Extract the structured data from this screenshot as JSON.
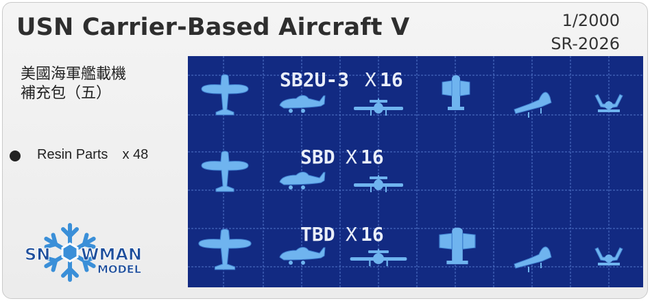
{
  "header": {
    "title": "USN Carrier-Based Aircraft V",
    "scale": "1/2000",
    "code": "SR-2026"
  },
  "chinese": {
    "line1": "美國海軍艦載機",
    "line2": "補充包（五）"
  },
  "parts": {
    "label": "Resin Parts",
    "count": "x 48"
  },
  "logo": {
    "word1": "SN",
    "word2": "WMAN",
    "word3": "MODEL"
  },
  "rows": [
    {
      "name": "SB2U-3",
      "mult": "X",
      "qty": "16"
    },
    {
      "name": "SBD",
      "mult": "X",
      "qty": "16"
    },
    {
      "name": "TBD",
      "mult": "X",
      "qty": "16"
    }
  ],
  "colors": {
    "board": "#122a82",
    "grid": "#5a7fd4",
    "aircraft": "#6fb4ef",
    "label": "#e9eef8",
    "logo_blue": "#3a8fd8",
    "logo_dark": "#1f4f9c"
  }
}
